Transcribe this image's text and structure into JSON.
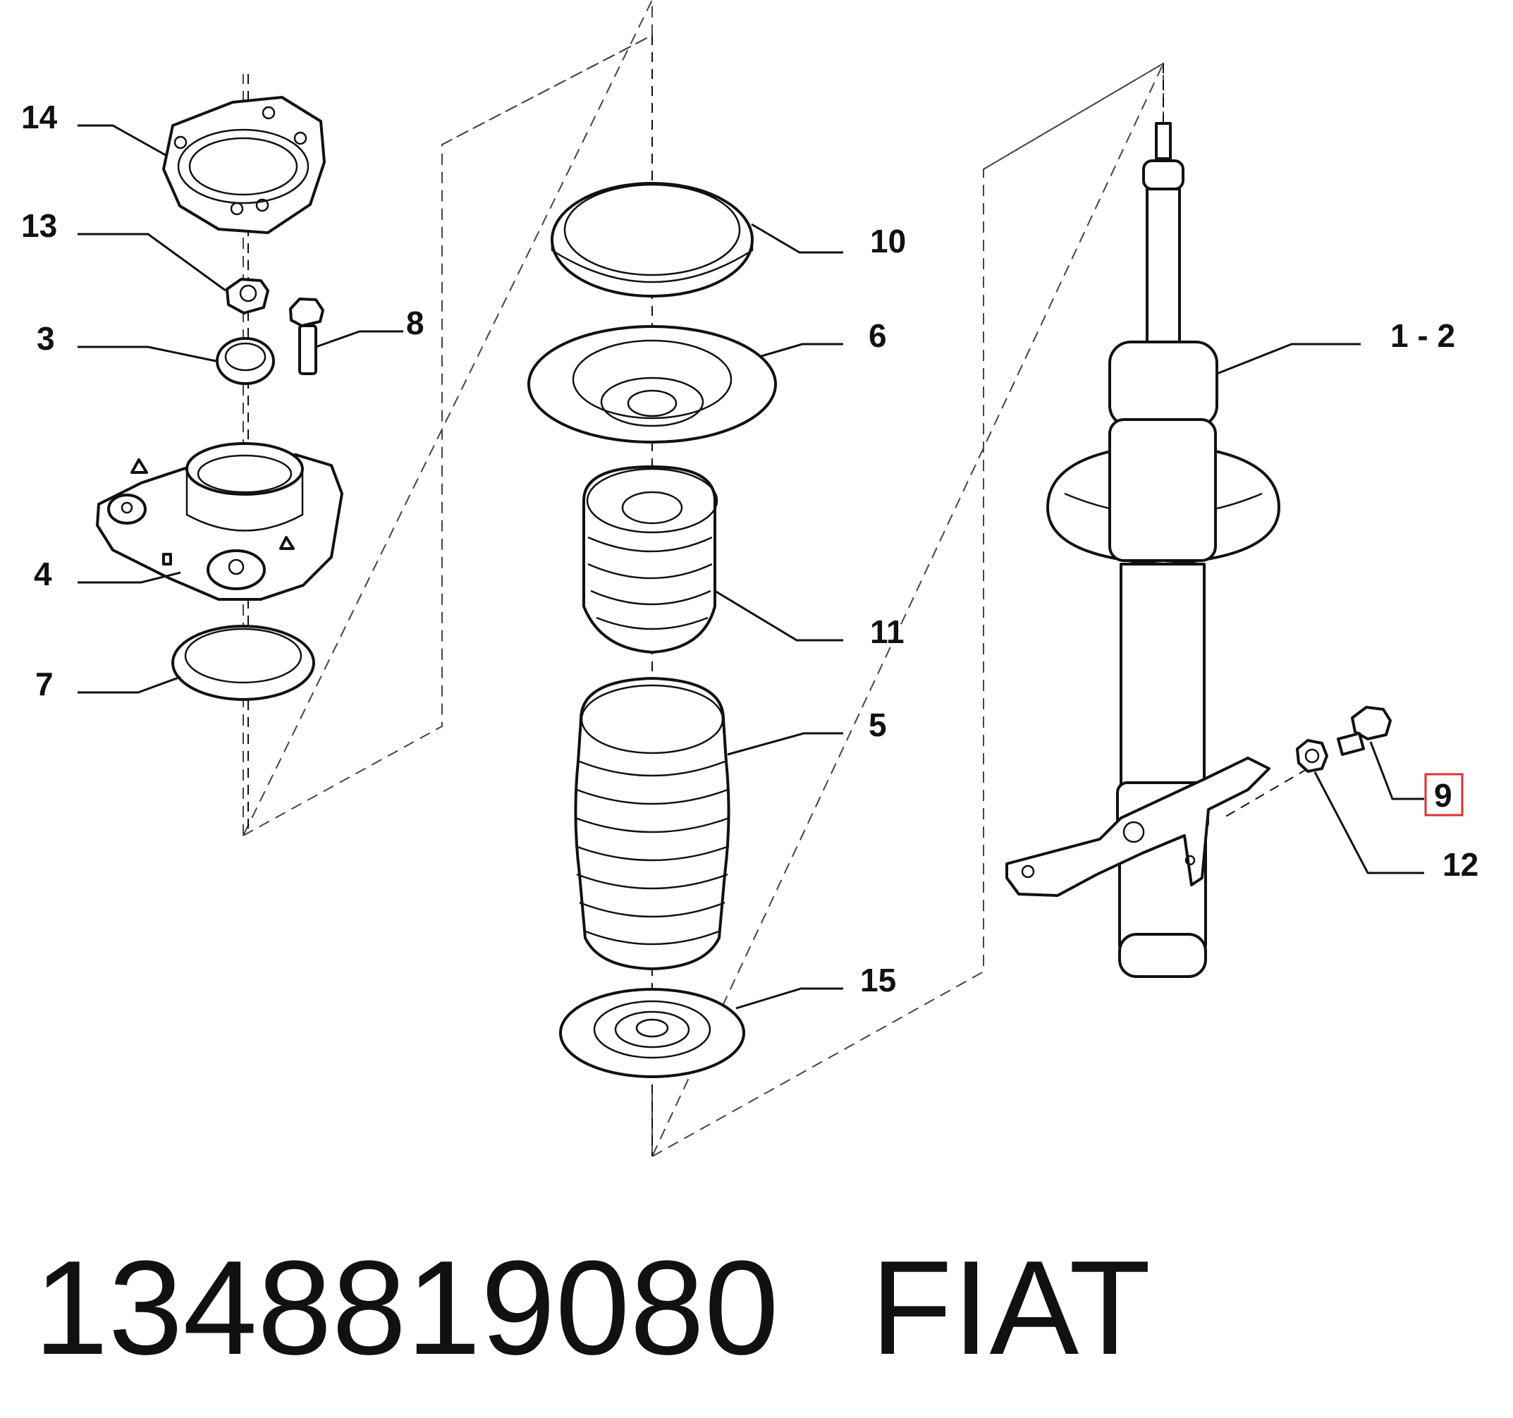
{
  "callouts": {
    "c14": "14",
    "c13": "13",
    "c3": "3",
    "c8": "8",
    "c4": "4",
    "c7": "7",
    "c10": "10",
    "c6": "6",
    "c11": "11",
    "c5": "5",
    "c15": "15",
    "c1_2": "1 - 2",
    "c9": "9",
    "c12": "12"
  },
  "highlight": {
    "part": "9",
    "color": "#e03030"
  },
  "caption": {
    "part_number": "1348819080",
    "brand": "FIAT"
  }
}
